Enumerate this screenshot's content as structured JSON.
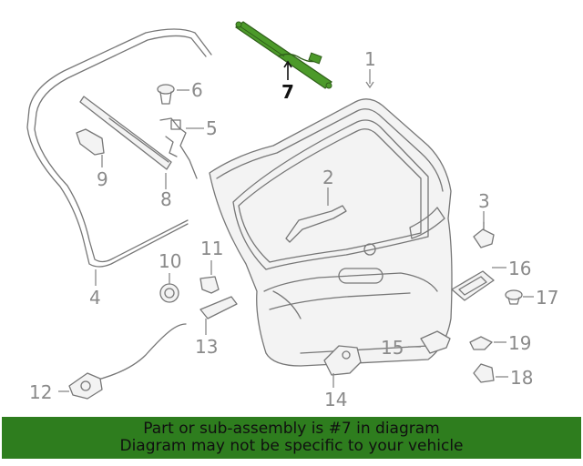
{
  "callouts": [
    {
      "id": "1",
      "text": "1"
    },
    {
      "id": "2",
      "text": "2"
    },
    {
      "id": "3",
      "text": "3"
    },
    {
      "id": "4",
      "text": "4"
    },
    {
      "id": "5",
      "text": "5"
    },
    {
      "id": "6",
      "text": "6"
    },
    {
      "id": "7",
      "text": "7"
    },
    {
      "id": "8",
      "text": "8"
    },
    {
      "id": "9",
      "text": "9"
    },
    {
      "id": "10",
      "text": "10"
    },
    {
      "id": "11",
      "text": "11"
    },
    {
      "id": "12",
      "text": "12"
    },
    {
      "id": "13",
      "text": "13"
    },
    {
      "id": "14",
      "text": "14"
    },
    {
      "id": "15",
      "text": "15"
    },
    {
      "id": "16",
      "text": "16"
    },
    {
      "id": "17",
      "text": "17"
    },
    {
      "id": "18",
      "text": "18"
    },
    {
      "id": "19",
      "text": "19"
    }
  ],
  "highlighted_part": "7",
  "colors": {
    "highlight_part": "#4c9a2a",
    "banner": "#2e7d1e",
    "callout": "#8a8a8a"
  },
  "banner": {
    "line1": "Part or sub-assembly is #7 in diagram",
    "line2": "Diagram may not be specific to your vehicle"
  }
}
